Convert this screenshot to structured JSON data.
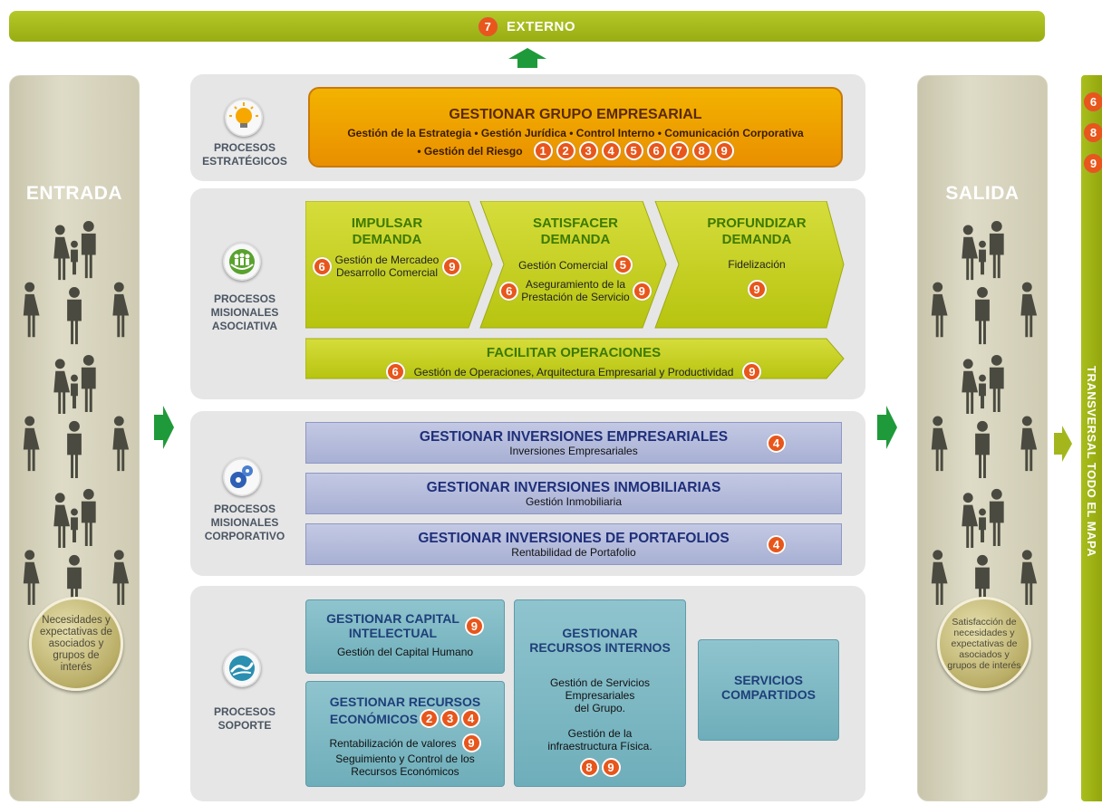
{
  "top_bar": {
    "badge": "7",
    "label": "EXTERNO"
  },
  "entrada": {
    "title": "ENTRADA",
    "circle": "Necesidades y expectativas de asociados y grupos de interés"
  },
  "salida": {
    "title": "SALIDA",
    "circle": "Satisfacción de necesidades y expectativas de asociados y grupos de interés"
  },
  "transversal": {
    "label": "TRANSVERSAL TODO EL MAPA",
    "badges": [
      "6",
      "8",
      "9"
    ]
  },
  "estrategicos": {
    "label_1": "PROCESOS",
    "label_2": "ESTRATÉGICOS",
    "title": "GESTIONAR GRUPO EMPRESARIAL",
    "line1": "Gestión de la Estrategia • Gestión Jurídica • Control Interno • Comunicación Corporativa",
    "line2": "• Gestión del Riesgo",
    "badges": [
      "1",
      "2",
      "3",
      "4",
      "5",
      "6",
      "7",
      "8",
      "9"
    ]
  },
  "asociativa": {
    "label_1": "PROCESOS",
    "label_2": "MISIONALES",
    "label_3": "ASOCIATIVA",
    "impulsar": {
      "title_1": "IMPULSAR",
      "title_2": "DEMANDA",
      "text_1": "Gestión de Mercadeo",
      "text_2": "Desarrollo Comercial",
      "badge_left": "6",
      "badge_right": "9"
    },
    "satisfacer": {
      "title_1": "SATISFACER",
      "title_2": "DEMANDA",
      "text_1": "Gestión Comercial",
      "badge_1": "5",
      "text_2": "Aseguramiento de la",
      "text_3": "Prestación de Servicio",
      "badge_left": "6",
      "badge_right": "9"
    },
    "profundizar": {
      "title_1": "PROFUNDIZAR",
      "title_2": "DEMANDA",
      "text_1": "Fidelización",
      "badge": "9"
    },
    "facilitar": {
      "title": "FACILITAR OPERACIONES",
      "text": "Gestión de Operaciones, Arquitectura Empresarial y Productividad",
      "badge_left": "6",
      "badge_right": "9"
    }
  },
  "corporativo": {
    "label_1": "PROCESOS",
    "label_2": "MISIONALES",
    "label_3": "CORPORATIVO",
    "boxes": [
      {
        "title": "GESTIONAR INVERSIONES EMPRESARIALES",
        "sub": "Inversiones Empresariales",
        "badge": "4"
      },
      {
        "title": "GESTIONAR INVERSIONES INMOBILIARIAS",
        "sub": "Gestión Inmobiliaria",
        "badge": ""
      },
      {
        "title": "GESTIONAR INVERSIONES DE PORTAFOLIOS",
        "sub": "Rentabilidad de Portafolio",
        "badge": "4"
      }
    ]
  },
  "soporte": {
    "label_1": "PROCESOS",
    "label_2": "SOPORTE",
    "capital": {
      "title_1": "GESTIONAR CAPITAL",
      "title_2": "INTELECTUAL",
      "badge": "9",
      "text": "Gestión del Capital Humano"
    },
    "economicos": {
      "title_1": "GESTIONAR RECURSOS",
      "title_2": "ECONÓMICOS",
      "badges": [
        "2",
        "3",
        "4"
      ],
      "text_1": "Rentabilización de valores",
      "badge_text": "9",
      "text_2": "Seguimiento y Control de los",
      "text_3": "Recursos Económicos"
    },
    "internos": {
      "title_1": "GESTIONAR",
      "title_2": "RECURSOS INTERNOS",
      "text_1": "Gestión de Servicios",
      "text_2": "Empresariales",
      "text_3": "del Grupo.",
      "text_4": "Gestión de la",
      "text_5": "infraestructura Física.",
      "badges": [
        "8",
        "9"
      ]
    },
    "compartidos": {
      "title_1": "SERVICIOS",
      "title_2": "COMPARTIDOS"
    }
  },
  "colors": {
    "green": "#a3b71d",
    "orange": "#e8561b",
    "panel": "#e6e6e6",
    "purple": "#b5bcdc",
    "teal": "#7fb8c3"
  }
}
